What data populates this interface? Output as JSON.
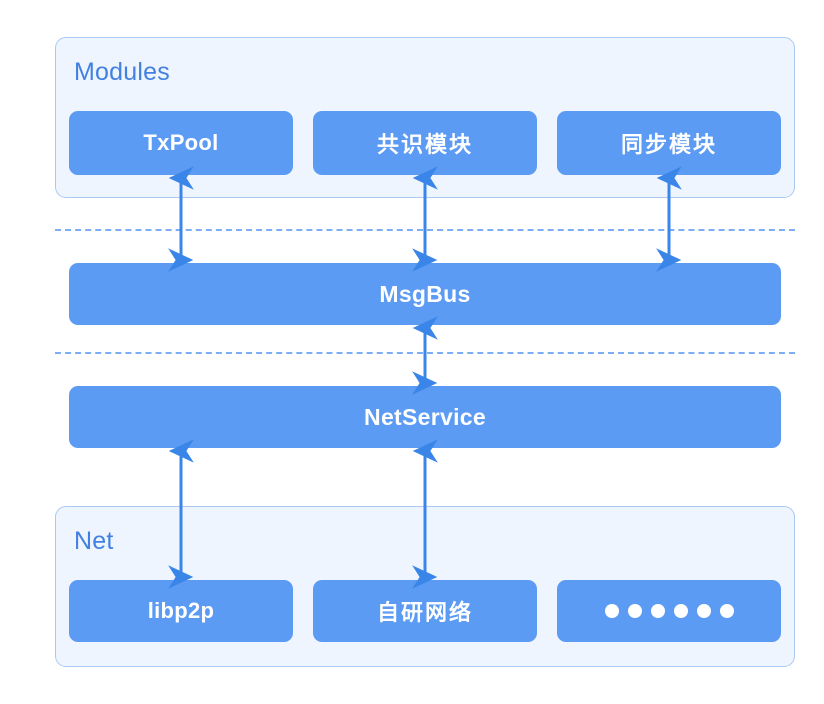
{
  "diagram": {
    "title": "Modules / MsgBus / NetService / Net layered architecture",
    "colors": {
      "box_fill": "#5c9bf3",
      "group_fill": "#eff5fe",
      "group_border": "#a9c9f2",
      "group_title": "#4281e0",
      "arrow": "#3a86e8",
      "divider": "#7baef5",
      "box_text": "#ffffff",
      "page_background": "#ffffff"
    },
    "groups": [
      {
        "id": "modules",
        "label": "Modules",
        "boxes": [
          {
            "id": "txpool",
            "label": "TxPool",
            "kind": "latin"
          },
          {
            "id": "consensus",
            "label": "共识模块",
            "kind": "cjk"
          },
          {
            "id": "sync",
            "label": "同步模块",
            "kind": "cjk"
          }
        ]
      },
      {
        "id": "net",
        "label": "Net",
        "boxes": [
          {
            "id": "libp2p",
            "label": "libp2p",
            "kind": "latin"
          },
          {
            "id": "self-developed-network",
            "label": "自研网络",
            "kind": "cjk"
          },
          {
            "id": "more",
            "label": "●●●●●●",
            "kind": "dots",
            "dot_count": 6
          }
        ]
      }
    ],
    "bars": [
      {
        "id": "msgbus",
        "label": "MsgBus"
      },
      {
        "id": "netservice",
        "label": "NetService"
      }
    ],
    "dividers": [
      {
        "id": "divider-modules-msgbus"
      },
      {
        "id": "divider-msgbus-netservice"
      }
    ],
    "connections": [
      {
        "id": "txpool-msgbus",
        "from": "TxPool",
        "to": "MsgBus",
        "style": "bidirectional"
      },
      {
        "id": "consensus-msgbus",
        "from": "共识模块",
        "to": "MsgBus",
        "style": "bidirectional"
      },
      {
        "id": "sync-msgbus",
        "from": "同步模块",
        "to": "MsgBus",
        "style": "bidirectional"
      },
      {
        "id": "msgbus-netservice",
        "from": "MsgBus",
        "to": "NetService",
        "style": "bidirectional"
      },
      {
        "id": "netservice-libp2p",
        "from": "NetService",
        "to": "libp2p",
        "style": "bidirectional"
      },
      {
        "id": "netservice-selfnet",
        "from": "NetService",
        "to": "自研网络",
        "style": "bidirectional"
      }
    ]
  }
}
